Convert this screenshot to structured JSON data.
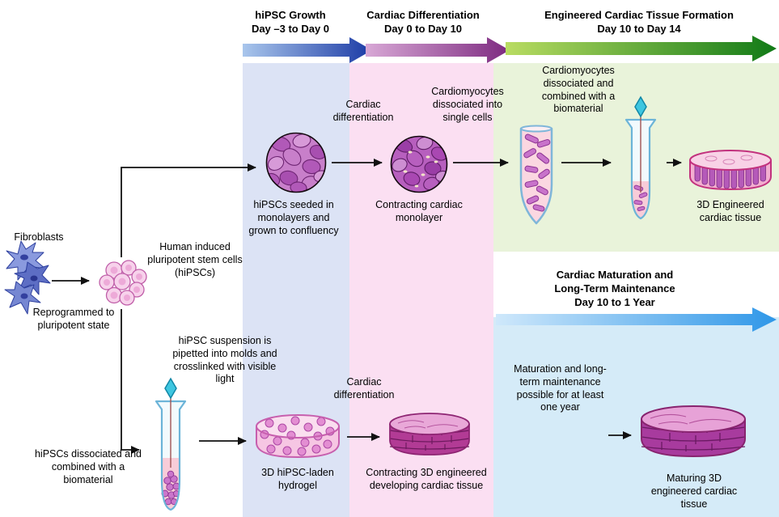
{
  "stages": {
    "growth": {
      "title": "hiPSC Growth",
      "days": "Day –3 to Day 0"
    },
    "differentiation": {
      "title": "Cardiac Differentiation",
      "days": "Day 0 to Day 10"
    },
    "formation": {
      "title": "Engineered Cardiac Tissue Formation",
      "days": "Day 10 to Day 14"
    },
    "maturation": {
      "title_line1": "Cardiac Maturation and",
      "title_line2": "Long-Term Maintenance",
      "days": "Day 10 to 1 Year"
    }
  },
  "top_row": {
    "fibroblasts": "Fibroblasts",
    "reprogrammed": "Reprogrammed to pluripotent state",
    "hipscs": "Human induced pluripotent stem cells (hiPSCs)",
    "seeded": "hiPSCs seeded in monolayers and grown to confluency",
    "cardiac_differentiation": "Cardiac differentiation",
    "contracting_monolayer": "Contracting cardiac monolayer",
    "dissociated_single_cells": "Cardiomyocytes dissociated into single cells",
    "dissociated_biomaterial": "Cardiomyocytes dissociated and combined with a biomaterial",
    "engineered_tissue": "3D Engineered cardiac tissue"
  },
  "bottom_row": {
    "hipscs_dissociated": "hiPSCs dissociated and combined with a biomaterial",
    "suspension": "hiPSC suspension is pipetted into molds and crosslinked with visible light",
    "hydrogel": "3D hiPSC-laden hydrogel",
    "cardiac_differentiation": "Cardiac differentiation",
    "contracting_3d": "Contracting 3D engineered developing cardiac tissue",
    "maturation_note": "Maturation and long-term maintenance possible for at least one year",
    "maturing_tissue": "Maturing 3D engineered cardiac tissue"
  },
  "colors": {
    "band_growth": "#dce3f5",
    "band_differentiation": "#fbdff2",
    "band_formation": "#e9f3da",
    "band_maturation": "#d5ebf8",
    "arrow_growth_start": "#a9c6ec",
    "arrow_growth_end": "#1b3aa5",
    "arrow_differentiation_start": "#d8a8d6",
    "arrow_differentiation_end": "#7d2a80",
    "arrow_formation_start": "#b9dc62",
    "arrow_formation_end": "#117a17",
    "arrow_maturation_start": "#cfe8fb",
    "arrow_maturation_end": "#2f97e8"
  }
}
